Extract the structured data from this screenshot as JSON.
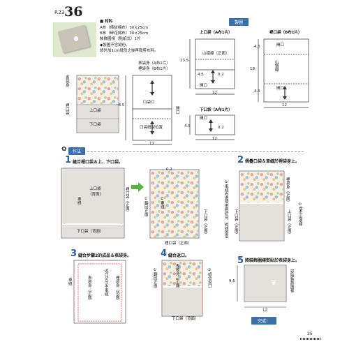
{
  "header": {
    "page_ref": "P.23",
    "number": "36"
  },
  "materials": {
    "heading": "材料",
    "lines": [
      "A布（條紋棉布）30×25cm",
      "B布（碎花棉布）30×25cm",
      "裝飾圖樣（貼紙式）1片",
      "◆製圖不含縫份。",
      "請外加1cm縫份之後再裁剪布料。"
    ]
  },
  "diagram_badge": "製圖",
  "upper_pocket": {
    "title": "上口袋",
    "sub": "（A布1片）",
    "inner": "山摺線（正面）",
    "opening": "開口",
    "dim_h": "13.5",
    "dim_a": "4.5",
    "dim_b": "0.2",
    "dim_w": "12"
  },
  "lining": {
    "title": "裡口袋",
    "sub": "（B布1片）",
    "inner": "山摺線",
    "opening": "開口",
    "dim_a": "4.5",
    "dim_b": "4.5",
    "dim_h": "18",
    "dim_w": "12"
  },
  "lower_pocket": {
    "title": "下口袋",
    "sub": "（A布1片）",
    "opening": "開口",
    "dim_h": "4.5",
    "dim_b": "0.2",
    "dim_w": "12"
  },
  "body": {
    "labels": {
      "outer": "表袋身",
      "inner": "裡口袋",
      "upper": "上口袋",
      "lower": "下口袋"
    },
    "pattern_title": "表袋身（A布1片）",
    "pattern_title2": "裡袋身（B布1片）",
    "pocket_mouth": "口袋口",
    "mouth_pos": "口袋縫製位置",
    "opening": "開口",
    "dim_h": "18.5",
    "dim_w": "12"
  },
  "howto_badge": "作法",
  "step1": {
    "num": "1",
    "title": "縫合裡口袋＆上、下口袋。",
    "labels": {
      "upper": "上口袋",
      "back": "（背面）",
      "lining": "裡口袋",
      "lining_side": "（正面）",
      "seam": "車縫",
      "lower": "下口袋",
      "lower_back": "（背面）",
      "fold": "①翻回正面",
      "lower2": "下口袋",
      "lower2_side": "（正面）",
      "lining2": "裡口袋（正面）",
      "topstitch": "②車縫",
      "dim": "0.2"
    }
  },
  "step2": {
    "num": "2",
    "title": "摺疊口袋＆車縫於裡袋身上。",
    "labels": {
      "lining_body": "裡袋身",
      "side": "（正面）",
      "upper": "上口袋",
      "upper_side": "（正面）",
      "lower": "下口袋",
      "lower_side": "（正面）",
      "baste": "①摺出山摺線",
      "note": "②車縫布邊使用粗針目，假縫固定"
    }
  },
  "step3": {
    "num": "3",
    "title": "縫合步驟2的成品＆表袋身。",
    "labels": {
      "lining_body": "裡袋身",
      "back": "（背面）",
      "seam": "車縫",
      "opening": "返口5cm不車縫",
      "outer_body": "表袋身",
      "outer_side": "（正面）"
    }
  },
  "step4": {
    "num": "4",
    "title": "縫合返口。",
    "labels": {
      "outer": "表袋身",
      "outer_side": "（正面）",
      "fold": "①翻回正面",
      "close": "②縫合返口",
      "lower": "下口袋",
      "lower_side": "（背面）"
    }
  },
  "step5": {
    "num": "5",
    "title": "將裝飾圖樣熨貼於表袋身上。",
    "labels": {
      "applique": "熨貼裝飾圖樣",
      "dim_h": "9.5",
      "dim_w": "12",
      "done": "完成！"
    }
  },
  "footer": {
    "page": "25"
  },
  "colors": {
    "accent": "#3b6fa6",
    "stitch": "#d94040"
  }
}
